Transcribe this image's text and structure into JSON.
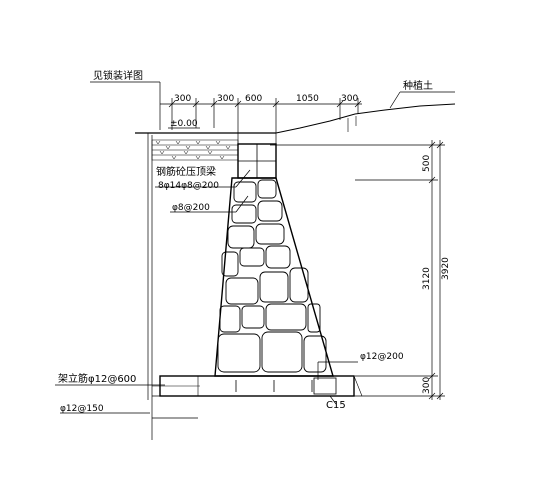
{
  "labels": {
    "detail_ref": "见锁装详图",
    "planting_soil": "种植土",
    "level": "±0.00",
    "cap_beam": "钢筋砼压顶梁",
    "cap_beam_rebar": "8φ14φ8@200",
    "stirrup": "φ8@200",
    "frame_bar": "架立筋φ12@600",
    "bottom_bar": "φ12@150",
    "side_bar": "φ12@200",
    "concrete_grade": "C15"
  },
  "top_dimensions": [
    "300",
    "300",
    "600",
    "1050",
    "300"
  ],
  "right_dimensions": {
    "upper": "500",
    "middle": "3120",
    "bottom": "300",
    "total": "3920"
  }
}
